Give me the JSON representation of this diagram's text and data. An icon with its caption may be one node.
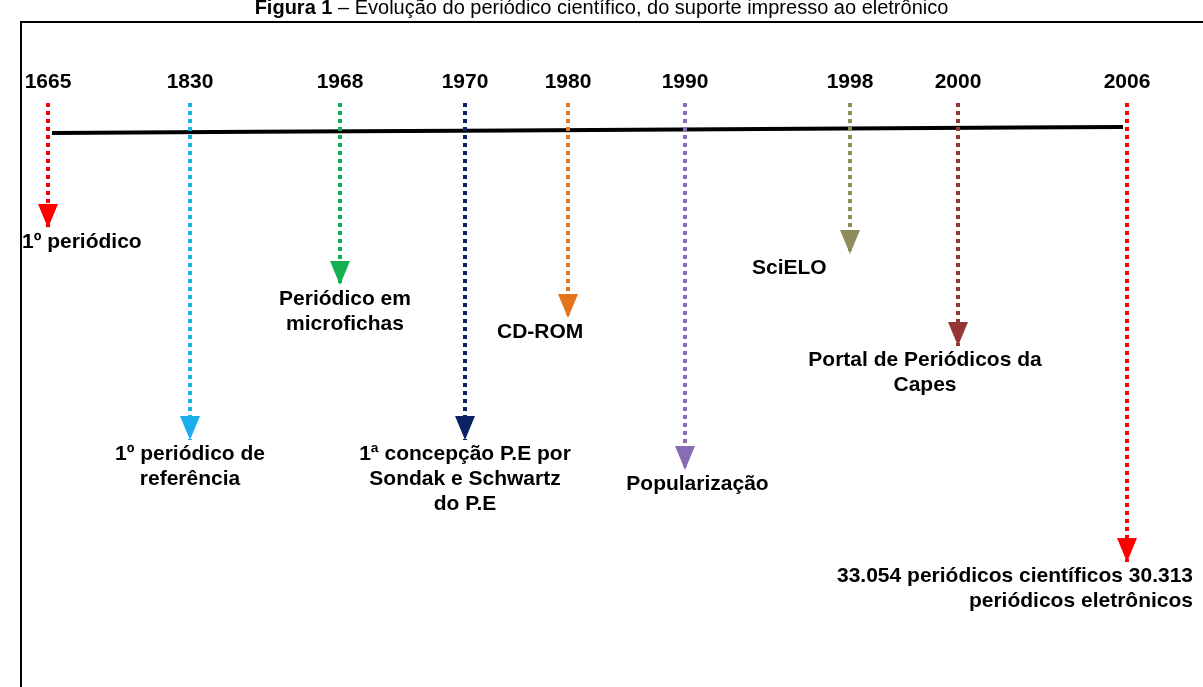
{
  "diagram": {
    "title": "**Figura 1** – Evolução do periódico científico, do suporte impresso ao eletrônico",
    "nodes": [
      {
        "text": [
          "1665"
        ]
      },
      {
        "text": [
          "1º periódico"
        ]
      },
      {
        "text": [
          "1830"
        ]
      },
      {
        "text": [
          "1º periódico de referência"
        ]
      },
      {
        "text": [
          "1968"
        ]
      },
      {
        "text": [
          "Periódico em microfichas"
        ]
      },
      {
        "text": [
          "1970"
        ]
      },
      {
        "text": [
          "1ª concepção P.E por Sondak e Schwartz do P.E"
        ]
      },
      {
        "text": [
          "1980"
        ]
      },
      {
        "text": [
          "CD-ROM"
        ]
      },
      {
        "text": [
          "1990"
        ]
      },
      {
        "text": [
          "Popularização"
        ]
      },
      {
        "text": [
          "1998"
        ]
      },
      {
        "text": [
          "SciELO"
        ]
      },
      {
        "text": [
          "2000"
        ]
      },
      {
        "text": [
          "Portal de Periódicos da Capes"
        ]
      },
      {
        "text": [
          "2006"
        ]
      },
      {
        "text": [
          "33.054 periódicos científicos 30.313 periódicos eletrônicos"
        ]
      }
    ],
    "edges": [
      {
        "from": 0,
        "to": 1,
        "arrow": "to",
        "style": "dashed",
        "color": "#ff0000"
      },
      {
        "from": 2,
        "to": 3,
        "arrow": "to",
        "style": "dashed",
        "color": "#1aaeea"
      },
      {
        "from": 4,
        "to": 5,
        "arrow": "to",
        "style": "dashed",
        "color": "#12b050"
      },
      {
        "from": 6,
        "to": 7,
        "arrow": "to",
        "style": "dashed",
        "color": "#0c2161"
      },
      {
        "from": 8,
        "to": 9,
        "arrow": "to",
        "style": "dashed",
        "color": "#e5721c"
      },
      {
        "from": 10,
        "to": 11,
        "arrow": "to",
        "style": "dashed",
        "color": "#8a6cb2"
      },
      {
        "from": 12,
        "to": 13,
        "arrow": "to",
        "style": "dashed",
        "color": "#8e8c5a"
      },
      {
        "from": 14,
        "to": 15,
        "arrow": "to",
        "style": "dashed",
        "color": "#943634"
      },
      {
        "from": 16,
        "to": 17,
        "arrow": "to",
        "style": "dashed",
        "color": "#ff0000"
      }
    ]
  }
}
